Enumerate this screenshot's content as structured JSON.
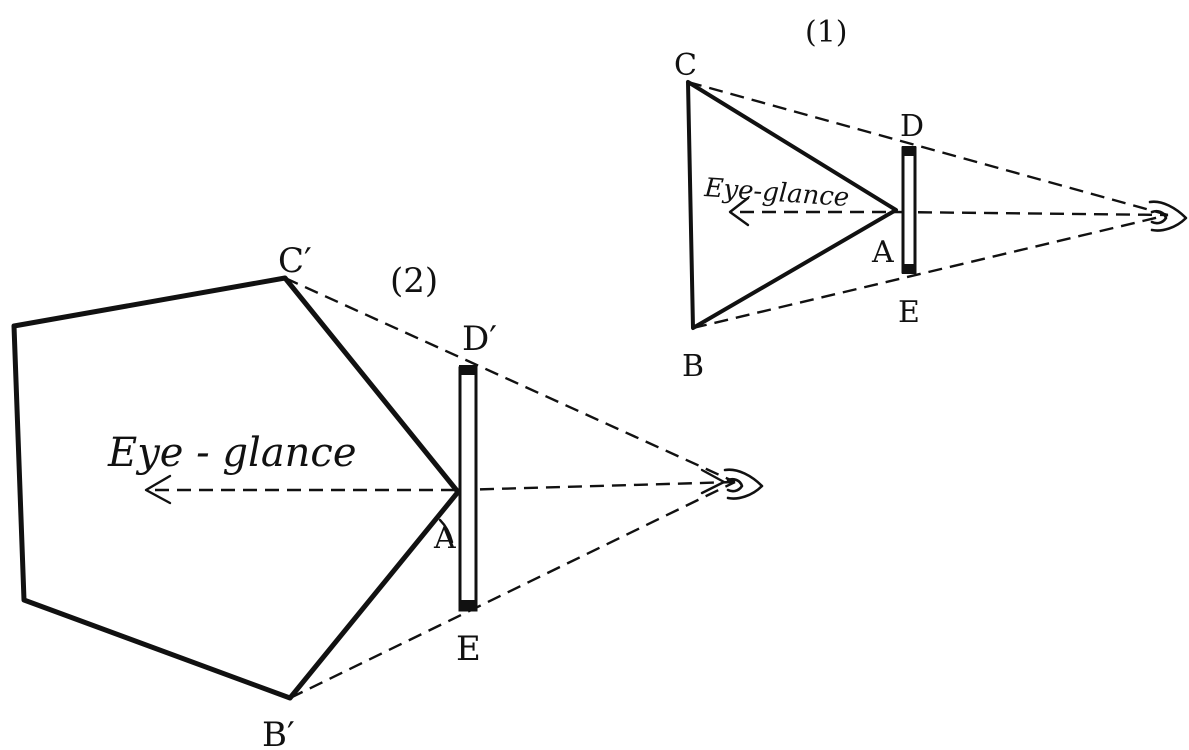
{
  "figure1": {
    "number_label": "(1)",
    "points": {
      "C": "C",
      "B": "B",
      "A": "A",
      "D": "D",
      "E": "E"
    },
    "caption": "Eye-glance"
  },
  "figure2": {
    "number_label": "(2)",
    "points": {
      "C": "C′",
      "B": "B′",
      "A": "A",
      "D": "D′",
      "E": "E"
    },
    "caption": "Eye - glance"
  },
  "icons": {
    "eye": "eye-icon",
    "arrowhead": "arrowhead-icon",
    "screen": "screen-icon"
  }
}
